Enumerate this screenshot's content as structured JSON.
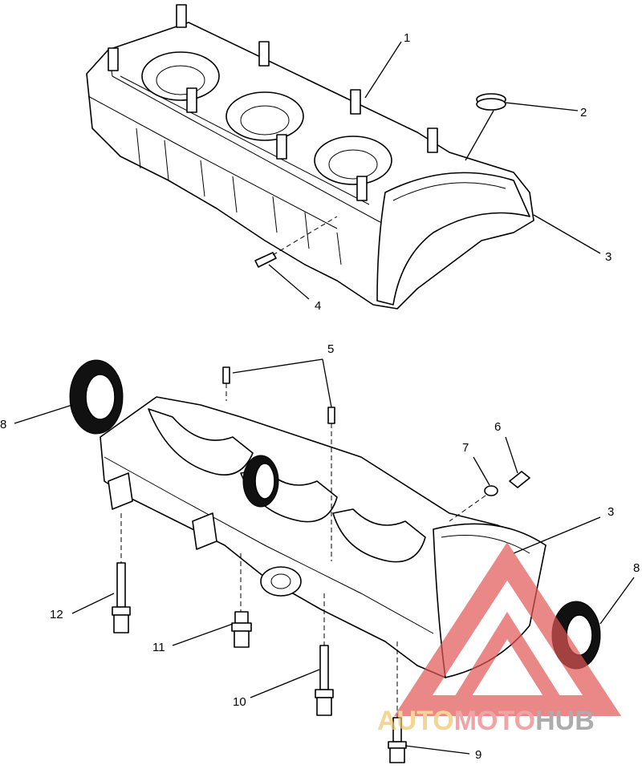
{
  "callouts": {
    "c1": "1",
    "c2": "2",
    "c3_top": "3",
    "c4": "4",
    "c5": "5",
    "c6": "6",
    "c7": "7",
    "c3_bottom": "3",
    "c8_left": "8",
    "c8_right": "8",
    "c9": "9",
    "c10": "10",
    "c11": "11",
    "c12": "12"
  },
  "watermark": {
    "part1": "AUTO",
    "part2": "MOTO",
    "part3": "HUB",
    "colors": {
      "auto": "#f0c468",
      "moto": "#e88080",
      "hub": "#8a8a8a",
      "triangle": "#e25555"
    }
  }
}
